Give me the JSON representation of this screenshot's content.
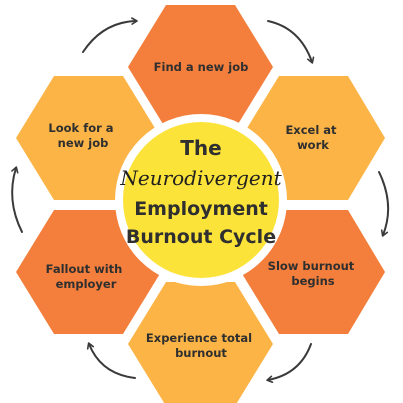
{
  "center": {
    "line1": "The",
    "line2": "Neurodivergent",
    "line3": "Employment",
    "line4": "Burnout Cycle"
  },
  "stages": [
    {
      "lines": [
        "Find a new job"
      ],
      "color": "#f47f3c"
    },
    {
      "lines": [
        "Excel at",
        "work"
      ],
      "color": "#fbb445"
    },
    {
      "lines": [
        "Slow burnout",
        "begins"
      ],
      "color": "#f47f3c"
    },
    {
      "lines": [
        "Experience total",
        "burnout"
      ],
      "color": "#fbb445"
    },
    {
      "lines": [
        "Fallout with",
        "employer"
      ],
      "color": "#f47f3c"
    },
    {
      "lines": [
        "Look for a",
        "new job"
      ],
      "color": "#fbb445"
    }
  ],
  "colors": {
    "center_fill": "#fce33a",
    "center_ring": "#ffffff",
    "arrow": "#3a3a3a"
  }
}
